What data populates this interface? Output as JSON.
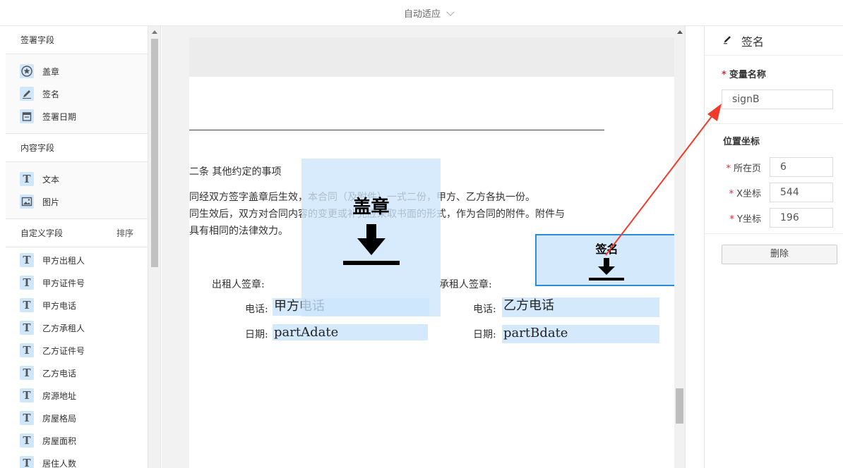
{
  "toolbar": {
    "zoom_label": "自动适应"
  },
  "left": {
    "sign_fields": {
      "header": "签署字段",
      "items": [
        {
          "label": "盖章",
          "icon": "seal-icon"
        },
        {
          "label": "签名",
          "icon": "pen-icon"
        },
        {
          "label": "签署日期",
          "icon": "calendar-icon"
        }
      ]
    },
    "content_fields": {
      "header": "内容字段",
      "items": [
        {
          "label": "文本",
          "icon": "text-icon"
        },
        {
          "label": "图片",
          "icon": "image-icon"
        }
      ]
    },
    "custom_fields": {
      "header": "自定义字段",
      "sort_label": "排序",
      "items": [
        {
          "label": "甲方出租人"
        },
        {
          "label": "甲方证件号"
        },
        {
          "label": "甲方电话"
        },
        {
          "label": "乙方承租人"
        },
        {
          "label": "乙方证件号"
        },
        {
          "label": "乙方电话"
        },
        {
          "label": "房源地址"
        },
        {
          "label": "房屋格局"
        },
        {
          "label": "房屋面积"
        },
        {
          "label": "居住人数"
        }
      ]
    }
  },
  "doc": {
    "heading": "二条  其他约定的事项",
    "line1": "同经双方签字盖章后生效，本合同（及附件）一式二份，甲方、乙方各执一份。",
    "line2": "同生效后，双方对合同内容的变更或补充应采取书面的形式，作为合同的附件。附件与",
    "line3": "具有相同的法律效力。",
    "lessor_sign_label": "出租人签章:",
    "lessee_sign_label": "承租人签章:",
    "phone_label": "电话:",
    "date_label": "日期:",
    "seal_box_label": "盖章",
    "sign_box_label": "签名",
    "partA_phone": "甲方电话",
    "partB_phone": "乙方电话",
    "partA_date": "partAdate",
    "partB_date": "partBdate"
  },
  "right": {
    "title": "签名",
    "var_name_label": "变量名称",
    "var_name_value": "signB",
    "position_header": "位置坐标",
    "page_label": "所在页",
    "page_value": "6",
    "x_label": "X坐标",
    "x_value": "544",
    "y_label": "Y坐标",
    "y_value": "196",
    "delete_label": "删除"
  },
  "colors": {
    "accent": "#2c8ad8",
    "field_bg": "#cce6fc",
    "required": "#e22233",
    "arrow": "#f03a2a"
  }
}
